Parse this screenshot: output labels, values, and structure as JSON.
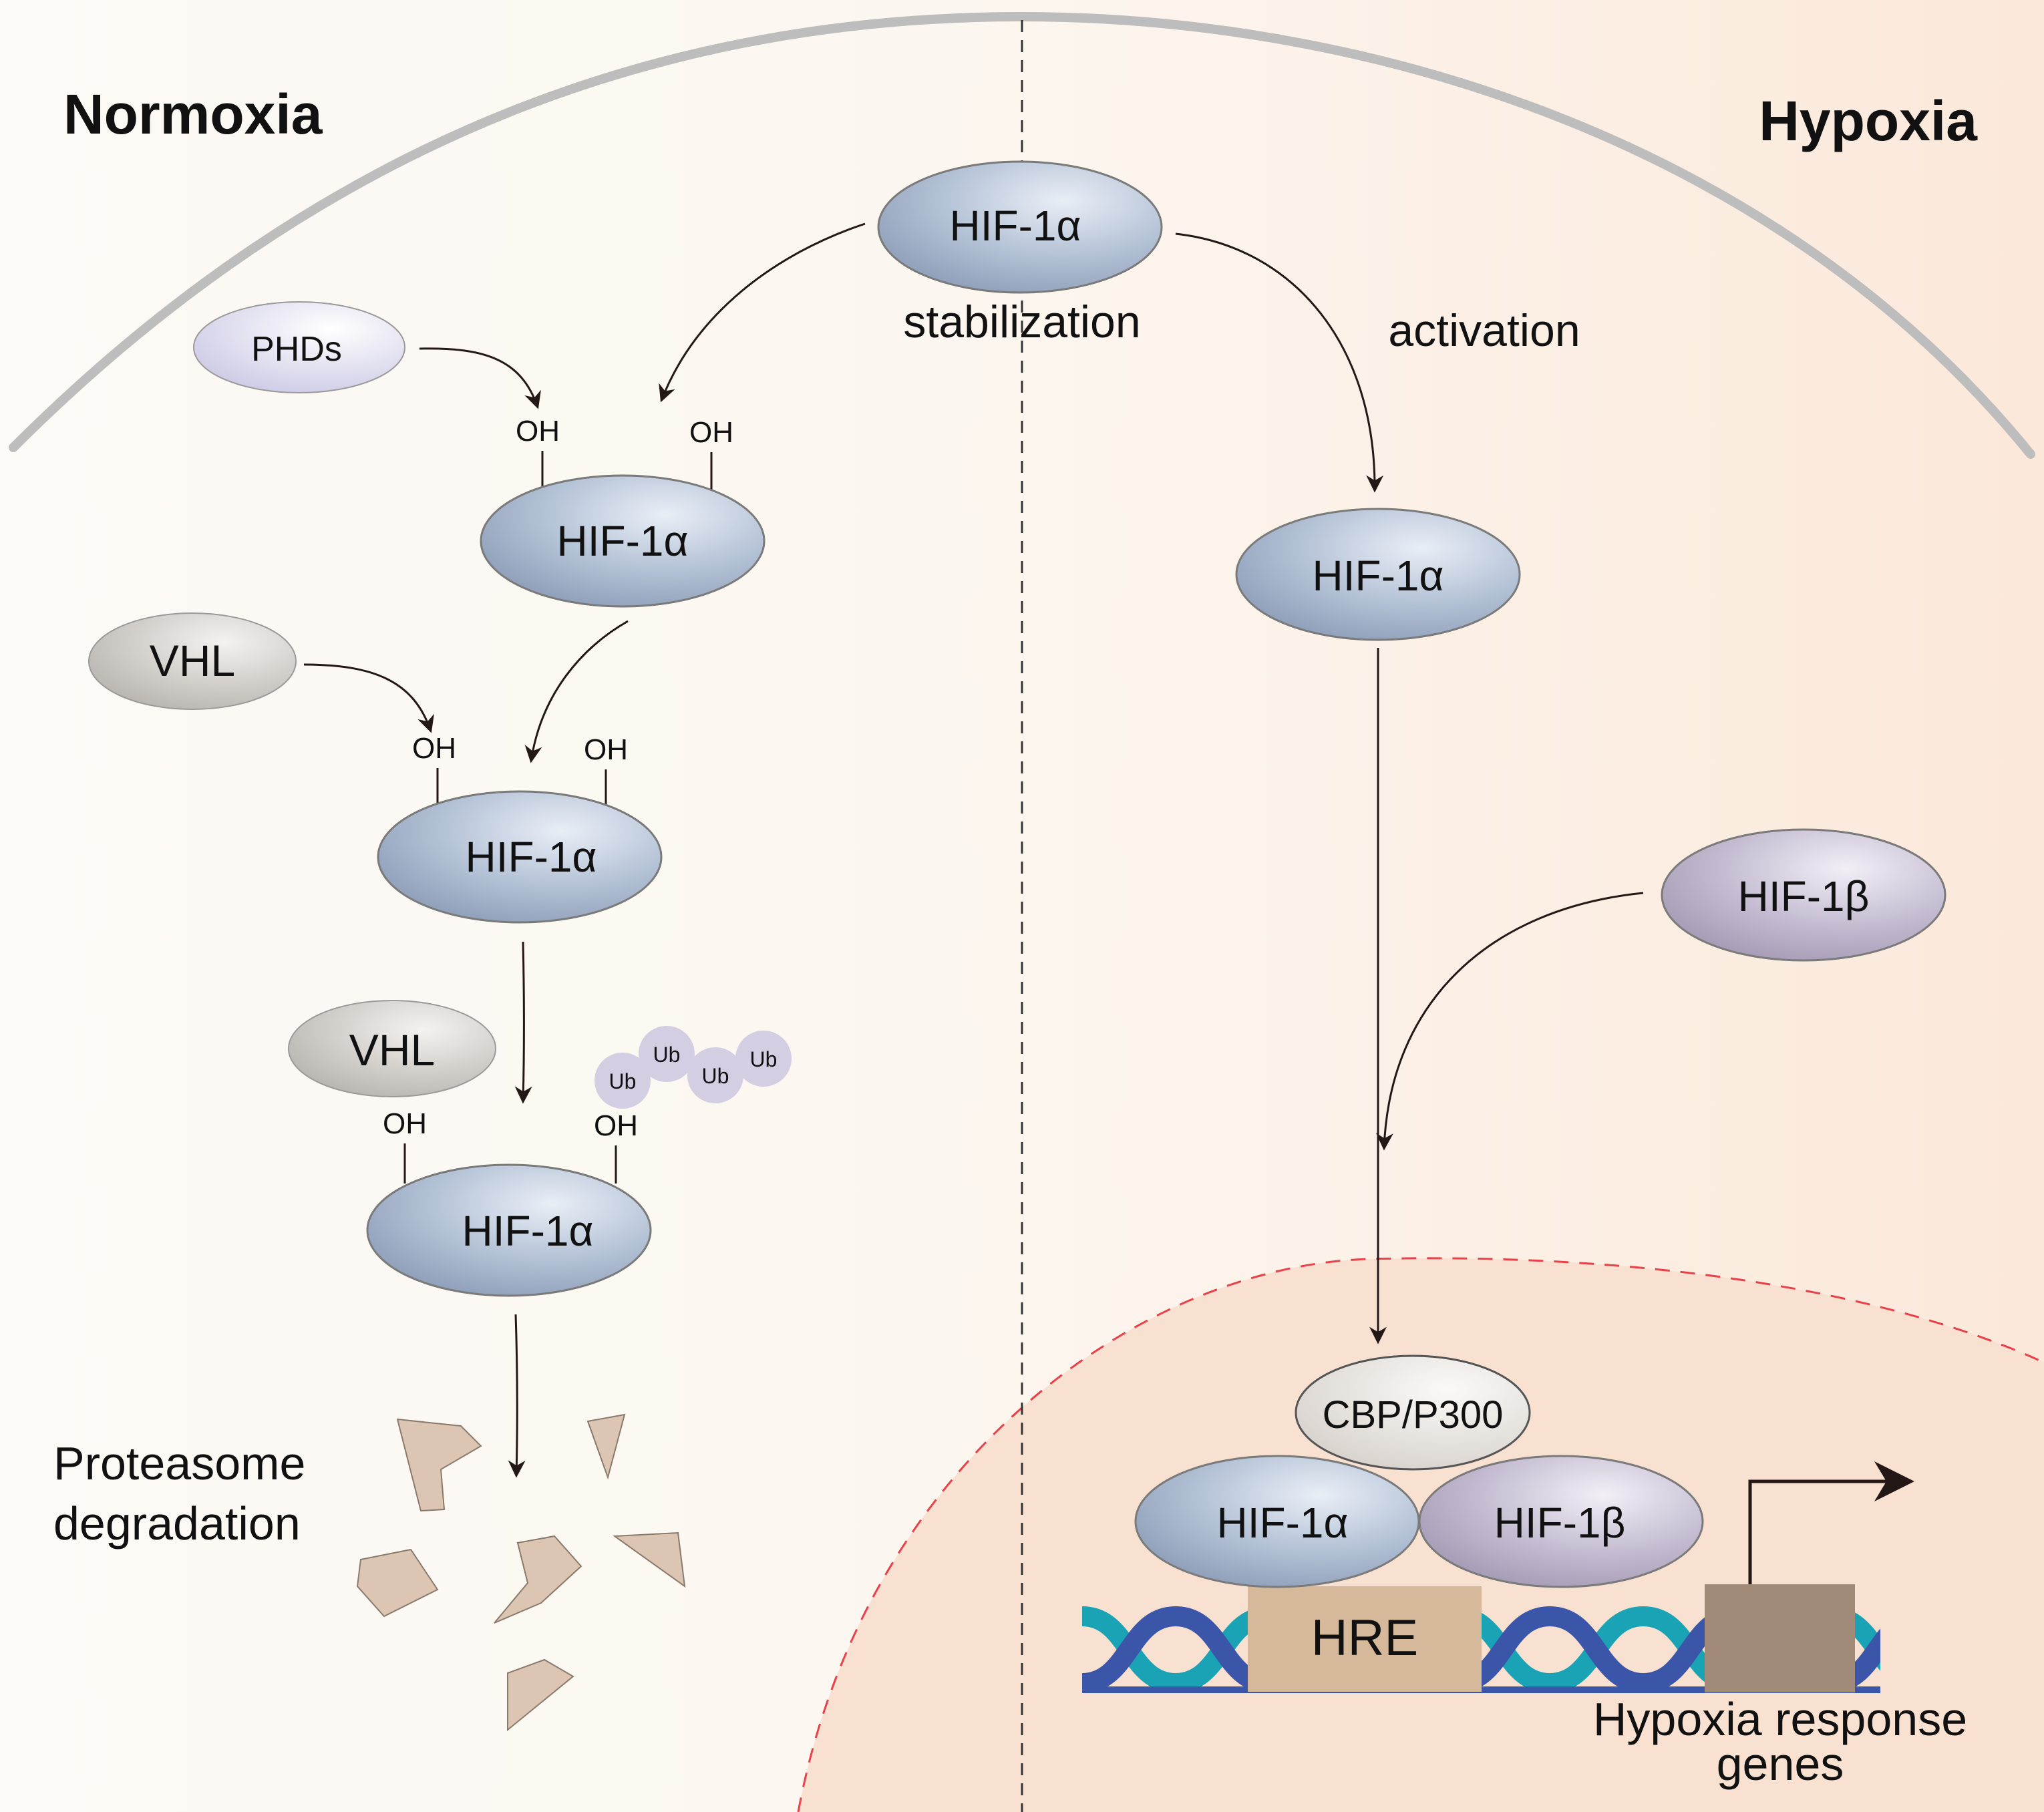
{
  "titles": {
    "left": "Normoxia",
    "right": "Hypoxia"
  },
  "center": {
    "protein": "HIF-1α",
    "caption": "stabilization"
  },
  "right_path": {
    "activation": "activation",
    "hif1a": "HIF-1α",
    "hif1b": "HIF-1β",
    "cbp": "CBP/P300",
    "complex_a": "HIF-1α",
    "complex_b": "HIF-1β",
    "hre": "HRE",
    "genes_line1": "Hypoxia response",
    "genes_line2": "genes"
  },
  "left_path": {
    "phds": "PHDs",
    "vhl1": "VHL",
    "vhl2": "VHL",
    "hif_step1": "HIF-1α",
    "hif_step2": "HIF-1α",
    "hif_step3": "HIF-1α",
    "oh": "OH",
    "ub": "Ub",
    "degradation_line1": "Proteasome",
    "degradation_line2": "degradation"
  },
  "colors": {
    "cytoplasm": "#fcf8f3",
    "cytoplasm_right": "#fbe9dc",
    "nucleus": "#f9e2d3",
    "nucleus_border": "#e8414a",
    "membrane": "#bcbcbc",
    "hif1a": "#a9b8cf",
    "hif1b": "#bdb4c8",
    "phds": "#d9d7ec",
    "vhl": "#cdcac6",
    "cbp": "#e6e2de",
    "ub": "#d2cde0",
    "fragment": "#dcc6b3",
    "dna_blue": "#3b56a8",
    "dna_teal": "#1aa3b5",
    "hre": "#d6b99b",
    "gene_box": "#a18b78"
  }
}
